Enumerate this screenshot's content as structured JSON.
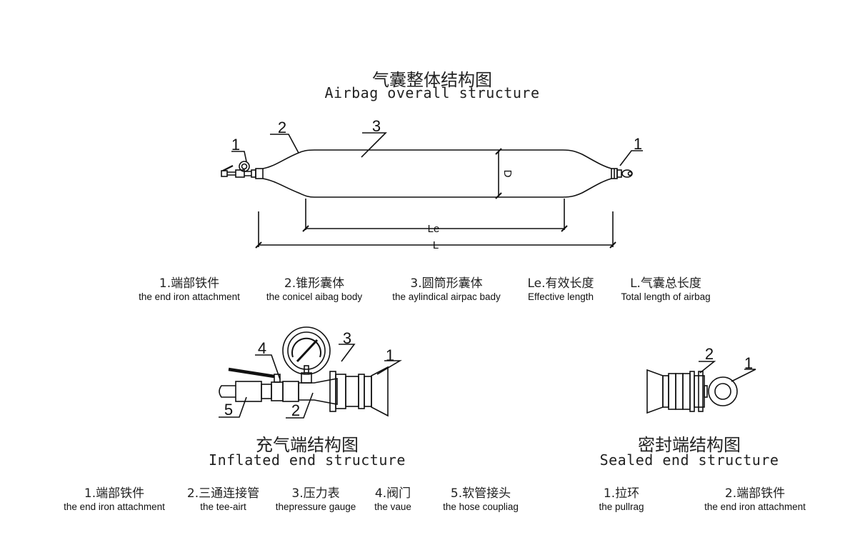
{
  "overall": {
    "title_cn": "气囊整体结构图",
    "title_en": "Airbag overall structure",
    "callouts": {
      "end_left": "1",
      "cone": "2",
      "body": "3",
      "end_right": "1",
      "diameter": "D",
      "effective": "Le",
      "total": "L"
    },
    "legend": [
      {
        "cn": "1.端部铁件",
        "en": "the end iron attachment"
      },
      {
        "cn": "2.锥形囊体",
        "en": "the conicel aibag body"
      },
      {
        "cn": "3.圆筒形囊体",
        "en": "the aylindical airpac bady"
      },
      {
        "cn": "Le.有效长度",
        "en": "Effective length"
      },
      {
        "cn": "L.气囊总长度",
        "en": "Total length of airbag"
      }
    ]
  },
  "inflated": {
    "title_cn": "充气端结构图",
    "title_en": "Inflated end structure",
    "callouts": {
      "end": "1",
      "tee": "2",
      "gauge": "3",
      "valve": "4",
      "hose": "5"
    },
    "legend": [
      {
        "cn": "1.端部铁件",
        "en": "the end iron attachment"
      },
      {
        "cn": "2.三通连接管",
        "en": "the tee-airt"
      },
      {
        "cn": "3.压力表",
        "en": "thepressure gauge"
      },
      {
        "cn": "4.阀门",
        "en": "the vaue"
      },
      {
        "cn": "5.软管接头",
        "en": "the hose coupliag"
      }
    ]
  },
  "sealed": {
    "title_cn": "密封端结构图",
    "title_en": "Sealed end structure",
    "callouts": {
      "pullring": "1",
      "end": "2"
    },
    "legend": [
      {
        "cn": "1.拉环",
        "en": "the pullrag"
      },
      {
        "cn": "2.端部铁件",
        "en": "the end iron attachment"
      }
    ]
  }
}
